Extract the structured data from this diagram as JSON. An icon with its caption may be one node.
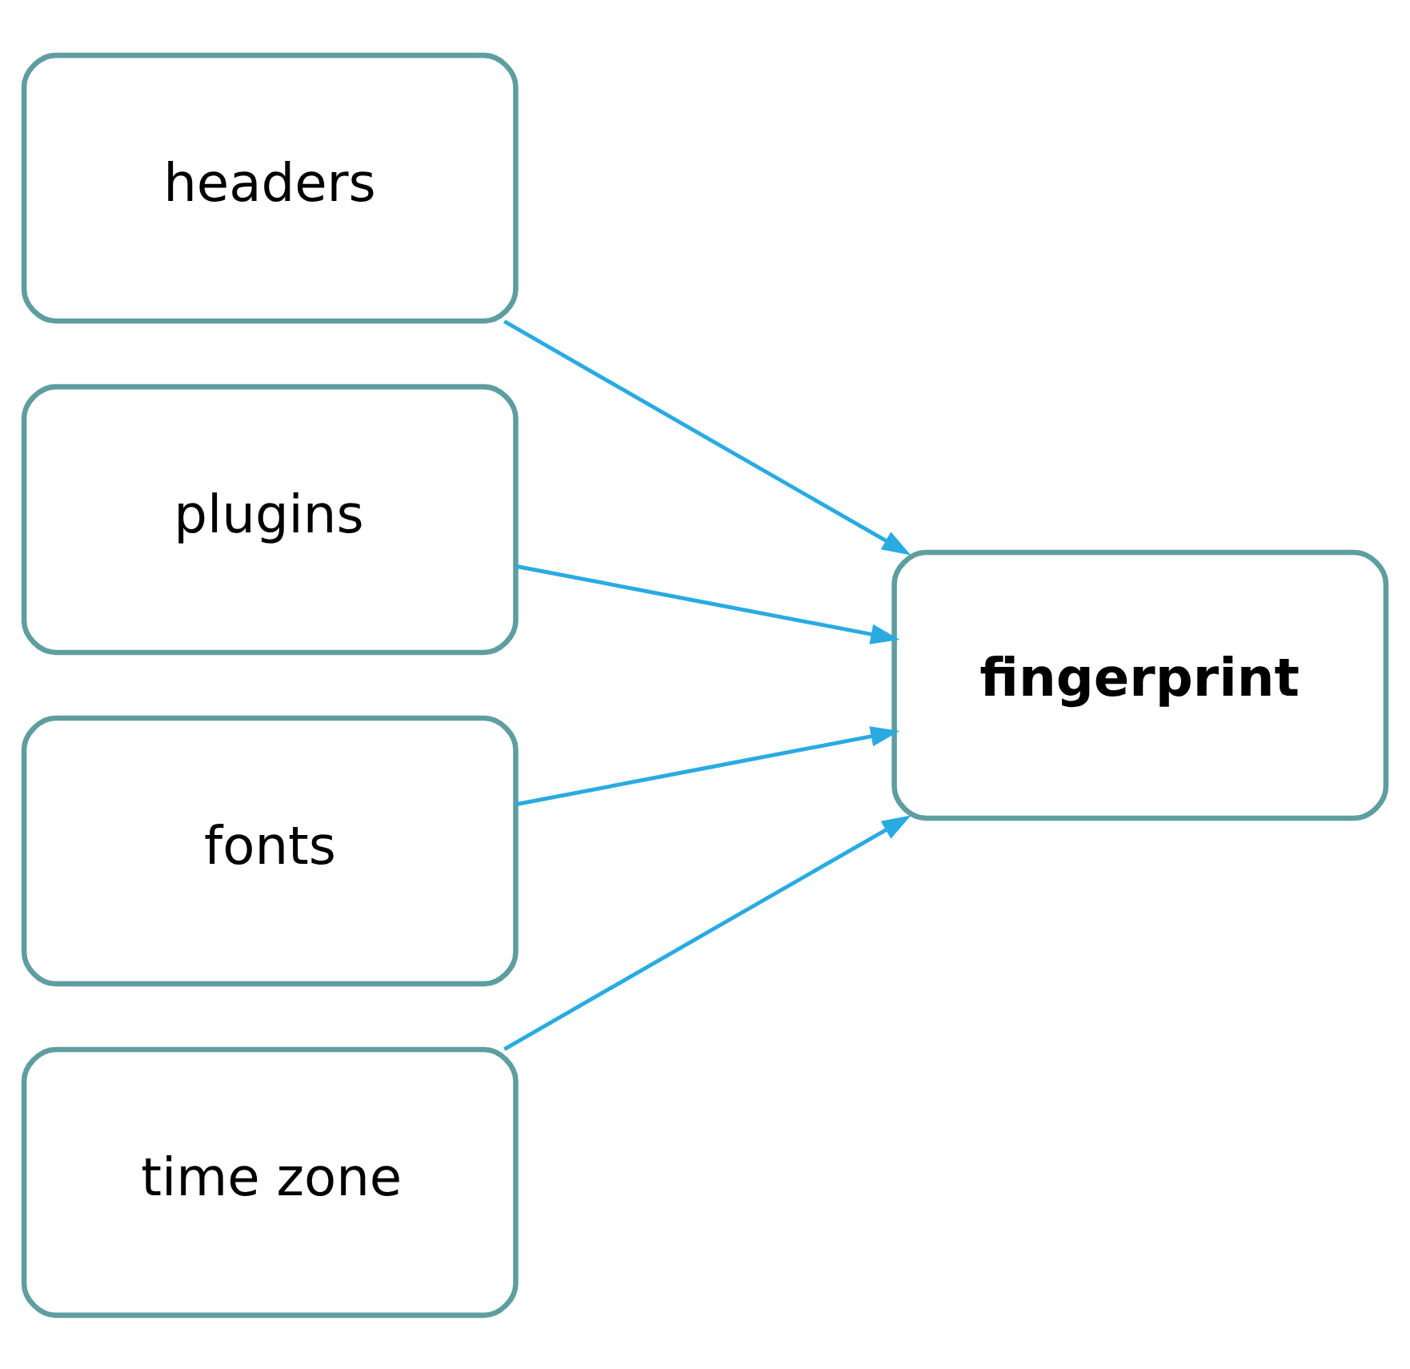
{
  "diagram": {
    "nodes": [
      {
        "text": [
          "headers"
        ]
      },
      {
        "text": [
          "plugins"
        ]
      },
      {
        "text": [
          "fonts"
        ]
      },
      {
        "text": [
          "time zone"
        ]
      },
      {
        "text": [
          "fingerprint"
        ]
      }
    ],
    "edges": [
      {
        "from": 0,
        "to": 4,
        "arrow": "to"
      },
      {
        "from": 1,
        "to": 4,
        "arrow": "to"
      },
      {
        "from": 2,
        "to": 4,
        "arrow": "to"
      },
      {
        "from": 3,
        "to": 4,
        "arrow": "to"
      }
    ]
  }
}
